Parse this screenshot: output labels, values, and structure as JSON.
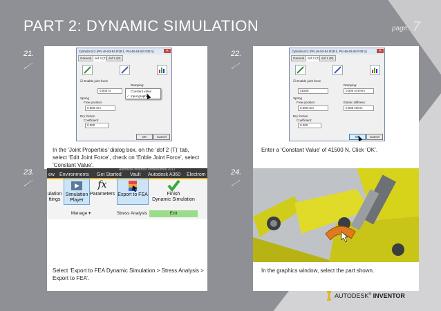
{
  "header": {
    "title": "PART 2: DYNAMIC SIMULATION",
    "page_label": "page:",
    "page_number": "7"
  },
  "steps": [
    {
      "number": "21.",
      "caption": "In the ‘Joint Properties’ dialog box, on the ‘dof 2 (T)’ tab, select ‘Edit Joint Force’, check on ‘Enble Joint Force’, select ‘Constant Value’."
    },
    {
      "number": "22.",
      "caption": "Enter a ‘Constant Value’ of 41500 N, Click ‘OK’."
    },
    {
      "number": "23.",
      "caption": "Select ‘Export to FEA Dynamic Simulation > Stress Analysis > Export to FEA’."
    },
    {
      "number": "24.",
      "caption": "In the graphics window, select the part shown."
    }
  ],
  "dialog1": {
    "title": "Cylindrical:2 (PN 46-83-94 R39:1, PN 46-83-82 R39:1)",
    "tab_general": "General",
    "tab_dof2": "dof 2 (T)",
    "tab_dof1": "dof 1 (R)",
    "enable_force": "Enable joint force",
    "damping": "Damping:",
    "field_value": "0.000 N",
    "spring": "Spring",
    "free_position": "Free position:",
    "free_position_value": "0.000 mm",
    "dry_friction": "Dry friction",
    "coefficient": "Coefficient:",
    "coefficient_value": "0.000",
    "ok": "OK",
    "cancel": "Cancel",
    "menu_constant": "Constant value",
    "menu_input": "Input grapher"
  },
  "dialog2": {
    "title": "Cylindrical:2 (PN 46-83-94 R39:1, PN 46-83-82 R39:1)",
    "tab_general": "General",
    "tab_dof2": "dof 2 (T)",
    "tab_dof1": "dof 1 (R)",
    "enable_force": "Enable joint force",
    "damping": "Damping:",
    "force_value": "41500",
    "damping_value": "0.000 N s/mm",
    "spring": "Spring",
    "free_position": "Free position:",
    "free_position_value": "0.000 mm",
    "elastic_stiffness": "Elastic stiffness:",
    "stiffness_value": "0.000 N/mm",
    "dry_friction": "Dry friction",
    "coefficient": "Coefficient:",
    "coefficient_value": "0.000",
    "ok": "OK",
    "cancel": "Cancel"
  },
  "ribbon": {
    "app_title": "Autodesk Inventor Professional 2017",
    "tabs": [
      "ew",
      "Environments",
      "Get Started",
      "Vault",
      "Autodesk A360",
      "Electrom"
    ],
    "buttons": {
      "sim_settings_1": "ulation",
      "sim_settings_2": "ttings",
      "sim_player_1": "Simulation",
      "sim_player_2": "Player",
      "parameters": "Parameters",
      "export_fea": "Export to FEA",
      "finish_1": "Finish",
      "finish_2": "Dynamic Simulation"
    },
    "panels": {
      "manage": "Manage ▾",
      "stress": "Stress Analysis",
      "exit": "Exit"
    },
    "fx_symbol": "fx"
  },
  "footer": {
    "brand": "AUTODESK",
    "product": "INVENTOR",
    "separator": "®"
  },
  "colors": {
    "title": "#ffffff",
    "accent_yellow": "#e2b32a",
    "exit_green": "#9bdc8c",
    "part_yellow": "#d7d21a"
  }
}
